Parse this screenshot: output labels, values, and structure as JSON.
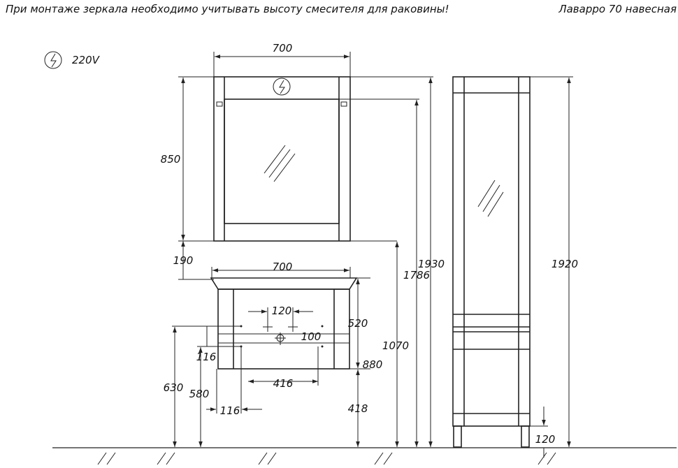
{
  "header": {
    "note": "При монтаже зеркала необходимо учитывать высоту смесителя для раковины!",
    "model": "Лаварро  70  навесная"
  },
  "legend": {
    "voltage": "220V",
    "icon": "lightning-socket-icon"
  },
  "dimensions": {
    "mirror_width": "700",
    "mirror_height": "850",
    "mirror_gap": "190",
    "basin_width": "700",
    "tap_spacing": "120",
    "waste_offset": "100",
    "leg_spacing": "416",
    "leg_offset": "116",
    "side_offset": "116",
    "height_630": "630",
    "height_580": "580",
    "cabinet_height": "520",
    "cabinet_top": "880",
    "cabinet_bottom": "418",
    "counter_height": "1070",
    "mirror_bottom_top": "1786",
    "mirror_top": "1930",
    "column_height": "1920",
    "column_legs": "120"
  }
}
